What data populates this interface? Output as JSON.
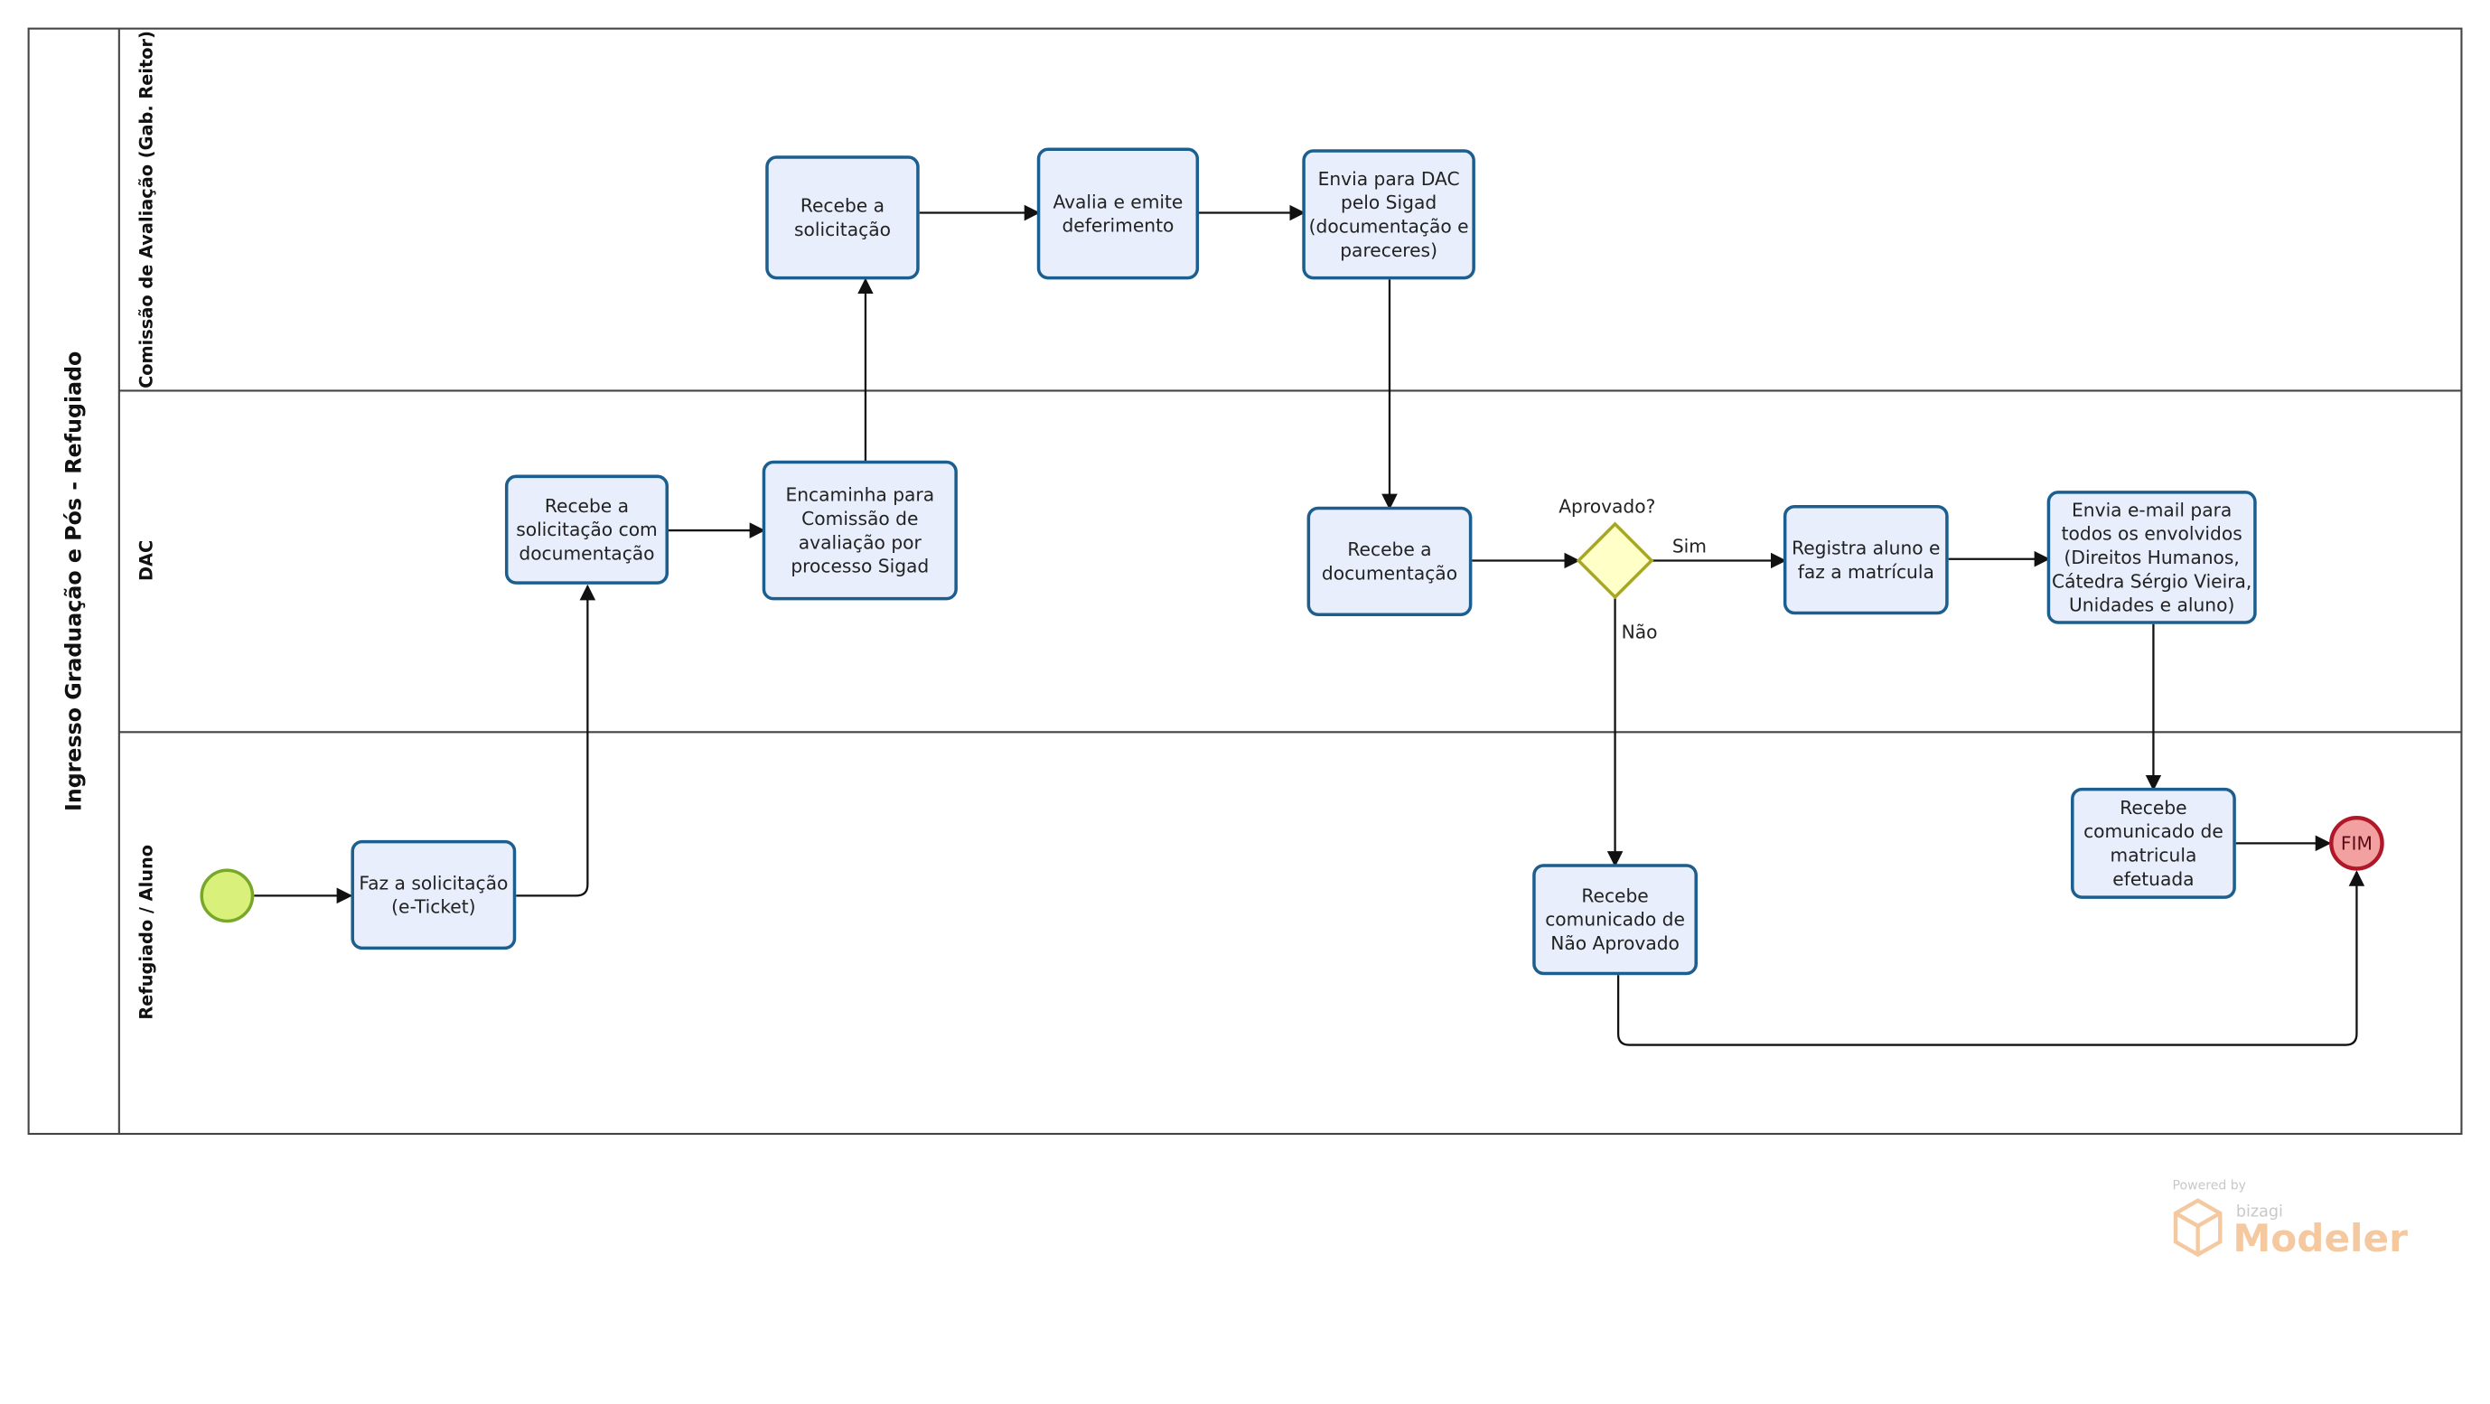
{
  "pool": {
    "title": "Ingresso   Graduação  e  Pós  - Refugiado"
  },
  "lanes": [
    {
      "id": "comissao",
      "title": "Comissão de Avaliação (Gab. Reitor)"
    },
    {
      "id": "dac",
      "title": "DAC"
    },
    {
      "id": "refugiado",
      "title": "Refugiado / Aluno"
    }
  ],
  "tasks": {
    "faz_solicitacao": [
      "Faz a solicitação",
      "(e-Ticket)"
    ],
    "recebe_solicitacao_doc": [
      "Recebe a",
      "solicitação com",
      "documentação"
    ],
    "encaminha_comissao": [
      "Encaminha para",
      "Comissão de",
      "avaliação por",
      "processo Sigad"
    ],
    "recebe_solicitacao": [
      "Recebe a",
      "solicitação"
    ],
    "avalia_deferimento": [
      "Avalia e emite",
      "deferimento"
    ],
    "envia_dac": [
      "Envia para DAC",
      "pelo Sigad",
      "(documentação e",
      "pareceres)"
    ],
    "recebe_documentacao": [
      "Recebe a",
      "documentação"
    ],
    "registra_aluno": [
      "Registra aluno e",
      "faz a matrícula"
    ],
    "envia_email": [
      "Envia e-mail para",
      "todos os envolvidos",
      "(Direitos Humanos,",
      "Cátedra Sérgio Vieira,",
      "Unidades e aluno)"
    ],
    "recebe_matricula": [
      "Recebe",
      "comunicado de",
      "matricula",
      "efetuada"
    ],
    "recebe_nao_aprovado": [
      "Recebe",
      "comunicado de",
      "Não Aprovado"
    ]
  },
  "gateway": {
    "label": "Aprovado?",
    "yes": "Sim",
    "no": "Não"
  },
  "end_event": {
    "label": "FIM"
  },
  "watermark": {
    "powered_by": "Powered by",
    "brand": "bizagi",
    "product": "Modeler"
  },
  "colors": {
    "task_fill": "#e8eefb",
    "task_stroke": "#1c5e8e",
    "start_fill": "#d9f07a",
    "start_stroke": "#77a82a",
    "end_fill": "#f2a0a0",
    "end_stroke": "#b0182a",
    "gateway_fill": "#ffffc8",
    "gateway_stroke": "#a8a820",
    "watermark": "#f5c9a0"
  }
}
